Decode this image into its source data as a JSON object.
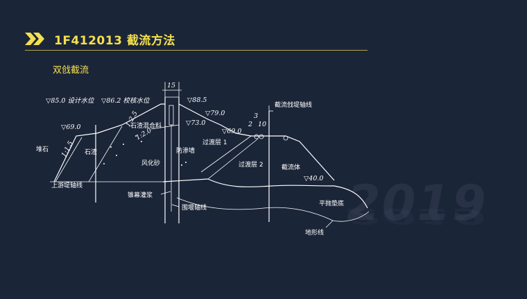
{
  "header": {
    "title": "1F412013  截流方法",
    "subtitle": "双戗截流"
  },
  "watermark": {
    "year": "2019"
  },
  "diagram": {
    "levels": {
      "design_water": "▽85.0 设计水位",
      "check_water": "▽86.2 校核水位",
      "crest": "▽88.5",
      "l79": "▽79.0",
      "l73": "▽73.0",
      "l69_right": "▽69.0",
      "l69_left": "▽69.0",
      "l40": "▽40.0"
    },
    "dims": {
      "crest_width": "15",
      "n2": "2",
      "n3": "3",
      "n10": "10"
    },
    "slopes": {
      "s25": "1:2.5",
      "s20": "1:2.0",
      "s15": "1:1.5"
    },
    "labels": {
      "rock_fill": "堆石",
      "stone": "石渣",
      "stone_mix": "石渣混合料",
      "weathered_sand": "风化砂",
      "cutoff_wall": "防渗墙",
      "transition1": "过渡层 1",
      "transition2": "过渡层 2",
      "closure_body": "截流体",
      "closure_axis": "截流戗堤轴线",
      "upstream_axis": "上游堤轴线",
      "curtain_grout": "锥幕灌浆",
      "cofferdam_axis": "围堰轴线",
      "flat_base": "平抛垫底",
      "terrain_line": "地形线"
    }
  },
  "colors": {
    "background": "#1b2538",
    "title": "#f4e04d",
    "rule": "#b8a24a",
    "line": "#ffffff"
  }
}
